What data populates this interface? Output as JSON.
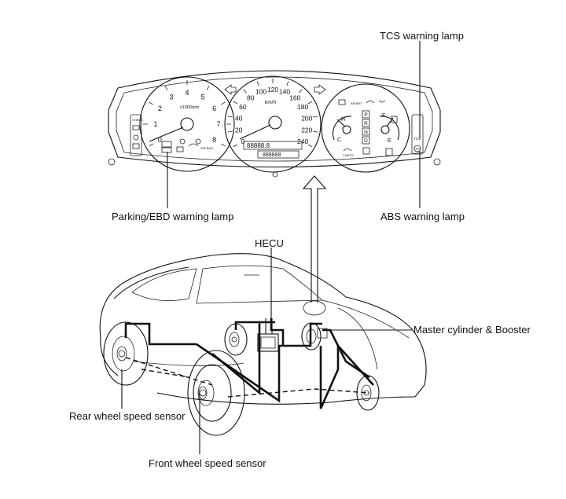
{
  "labels": {
    "tcs_warning_lamp": "TCS warning lamp",
    "parking_ebd_warning_lamp": "Parking/EBD warning lamp",
    "abs_warning_lamp": "ABS warning lamp",
    "hecu": "HECU",
    "master_cylinder_booster": "Master cylinder & Booster",
    "rear_wheel_speed_sensor": "Rear wheel speed sensor",
    "front_wheel_speed_sensor": "Front wheel speed sensor"
  },
  "cluster": {
    "tacho_ticks": [
      "0",
      "1",
      "2",
      "3",
      "4",
      "5",
      "6",
      "7",
      "8"
    ],
    "tacho_unit": "x1000rpm",
    "speedo_ticks": [
      "0",
      "20",
      "40",
      "60",
      "80",
      "100",
      "120",
      "140",
      "160",
      "180",
      "200",
      "220",
      "240"
    ],
    "speedo_unit": "km/h",
    "odometer": "88888.8",
    "trip": "888888",
    "gear_letters": [
      "P",
      "R",
      "N",
      "D"
    ],
    "temp_hot": "H",
    "temp_cold": "C",
    "fuel_full": "F",
    "fuel_empty": "E",
    "tcs_tag": "TCS",
    "abs_tag": "ABS",
    "airbag_tag": "AIR BAG",
    "check_tag": "CHECK"
  }
}
